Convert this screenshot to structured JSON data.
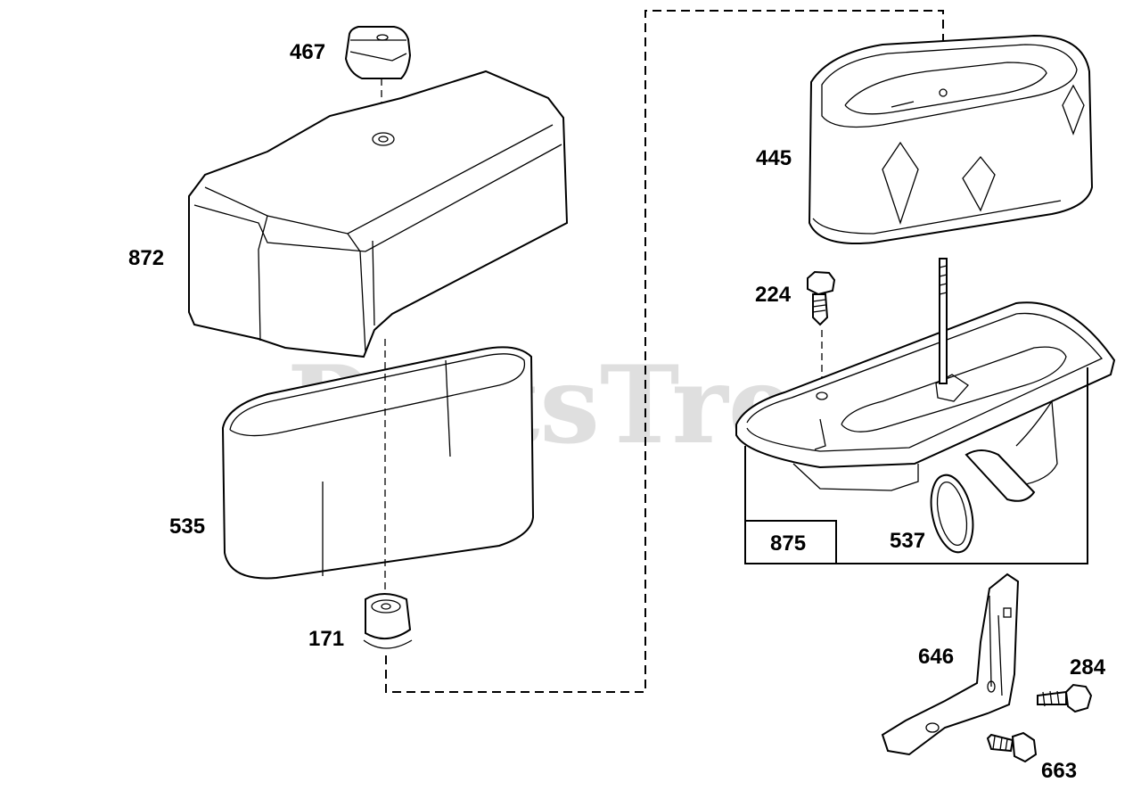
{
  "watermark": "PartsTree",
  "parts": {
    "p467": "467",
    "p872": "872",
    "p535": "535",
    "p171": "171",
    "p445": "445",
    "p224": "224",
    "p875": "875",
    "p537": "537",
    "p646": "646",
    "p284": "284",
    "p663": "663"
  }
}
